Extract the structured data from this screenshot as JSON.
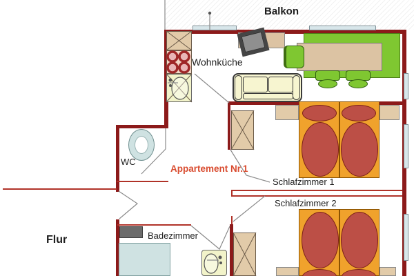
{
  "labels": {
    "balkon": "Balkon",
    "wohnkueche": "Wohnküche",
    "wc": "WC",
    "apartment": "Appartement Nr.1",
    "schlafzimmer1": "Schlafzimmer 1",
    "schlafzimmer2": "Schlafzimmer 2",
    "badezimmer": "Badezimmer",
    "flur": "Flur"
  },
  "colors": {
    "wall": "#8c1a1a",
    "thinwall": "#b03228",
    "accent": "#d94c30",
    "bedframe": "#f0a22c",
    "bedding": "#bc4f46",
    "wood": "#e2cba9",
    "green": "#7fc731",
    "table": "#dcc3a3",
    "sofa": "#f7f5d0",
    "fixture": "#cfe2e2",
    "sink": "#f2f3c9",
    "window": "#d8e6ea",
    "tvgray": "#454545",
    "appliance": "#6b6b6b"
  },
  "symbols": [
    "kitchen-cabinet",
    "stove",
    "kitchen-sink",
    "tv",
    "tv-board",
    "corner-bench",
    "dining-table",
    "chair",
    "sofa",
    "double-bed",
    "pillow",
    "duvet",
    "headboard",
    "wardrobe",
    "toilet",
    "shower",
    "washing-machine",
    "bathroom-sink",
    "window",
    "door-swing"
  ]
}
